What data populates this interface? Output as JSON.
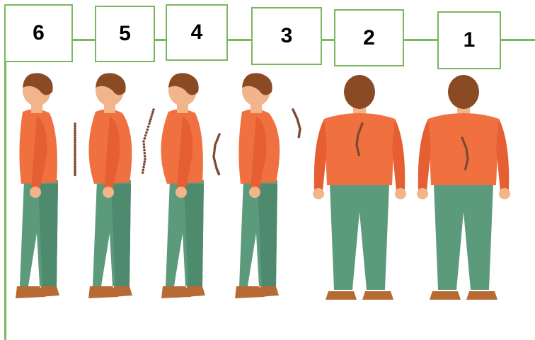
{
  "labels": [
    "6",
    "5",
    "4",
    "3",
    "2",
    "1"
  ],
  "colors": {
    "frame_green": "#7bb661",
    "shirt": "#f07040",
    "shirt_shade": "#e55f32",
    "pants": "#5c9a7c",
    "pants_shade": "#4e8a6d",
    "skin": "#f2b48a",
    "hair": "#8a4b24",
    "shoe": "#b86a35",
    "spine": "#7a4a32"
  },
  "figures": [
    {
      "label": "6",
      "view": "side",
      "curve": "straight"
    },
    {
      "label": "5",
      "view": "side",
      "curve": "s-curve"
    },
    {
      "label": "4",
      "view": "side",
      "curve": "lordosis"
    },
    {
      "label": "3",
      "view": "side",
      "curve": "kyphosis"
    },
    {
      "label": "2",
      "view": "back",
      "curve": "scoliosis-left"
    },
    {
      "label": "1",
      "view": "back",
      "curve": "scoliosis-right"
    }
  ]
}
